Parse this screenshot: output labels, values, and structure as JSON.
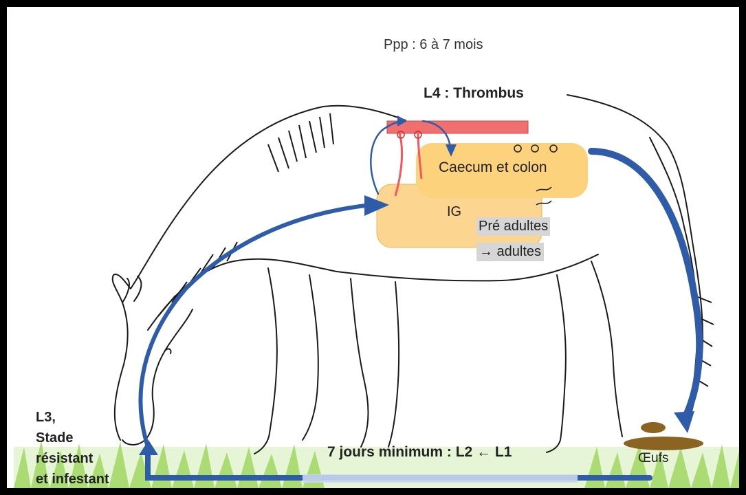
{
  "labels": {
    "ppp": "Ppp : 6 à 7 mois",
    "l4": "L4 : Thrombus",
    "caecum": "Caecum et colon",
    "ig": "IG",
    "pre_adultes": "Pré adultes",
    "adultes": "→ adultes",
    "l3_line1": "L3,",
    "l3_line2": "Stade",
    "l3_line3": "résistant",
    "l3_line4": "et infestant",
    "jours": "7 jours minimum : L2 ← L1",
    "oeufs": "Œufs"
  },
  "colors": {
    "arrow_blue": "#2f5ca8",
    "thrombus_red": "#f06a6a",
    "organ_yellow": "#fcd27c",
    "grass_green": "#8fd14a",
    "feces_brown": "#8a6420"
  }
}
